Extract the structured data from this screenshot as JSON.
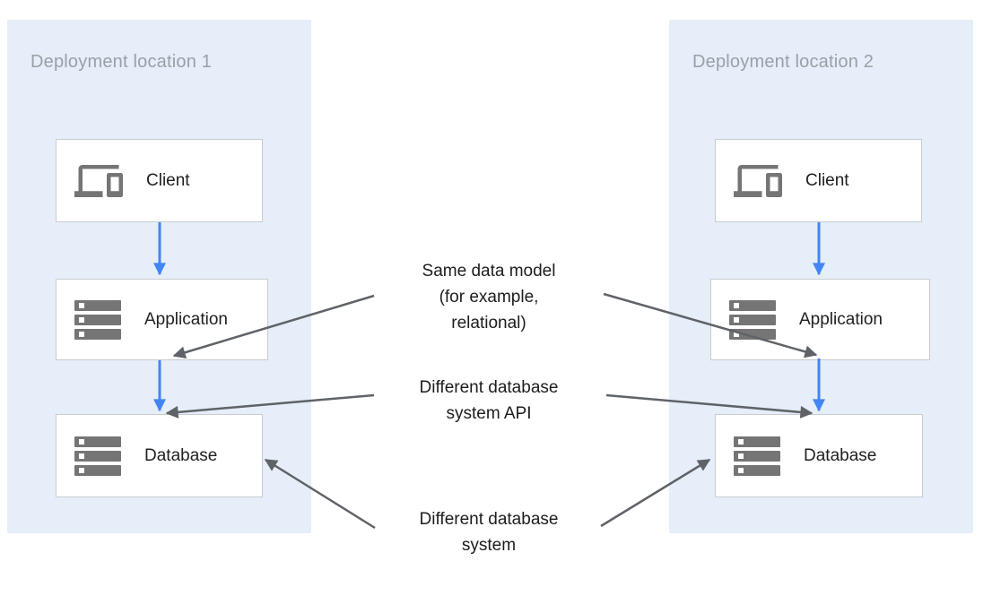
{
  "colors": {
    "panel_bg": "#E5EEF9",
    "box_bg": "#FFFFFF",
    "box_border": "#C9CCCF",
    "icon": "#757575",
    "arrow_blue": "#4285F4",
    "arrow_gray": "#5F6368",
    "title_text": "#9AA0A6",
    "node_text": "#212121",
    "annotation_text": "#1D1D1D"
  },
  "panels": [
    {
      "title": "Deployment location 1",
      "nodes": [
        {
          "label": "Client",
          "icon": "devices-icon"
        },
        {
          "label": "Application",
          "icon": "server-stack-icon"
        },
        {
          "label": "Database",
          "icon": "server-stack-icon"
        }
      ]
    },
    {
      "title": "Deployment location 2",
      "nodes": [
        {
          "label": "Client",
          "icon": "devices-icon"
        },
        {
          "label": "Application",
          "icon": "server-stack-icon"
        },
        {
          "label": "Database",
          "icon": "server-stack-icon"
        }
      ]
    }
  ],
  "annotations": [
    {
      "lines": [
        "Same data model",
        "(for example,",
        "relational)"
      ]
    },
    {
      "lines": [
        "Different database",
        "system API"
      ]
    },
    {
      "lines": [
        "Different database",
        "system"
      ]
    }
  ]
}
